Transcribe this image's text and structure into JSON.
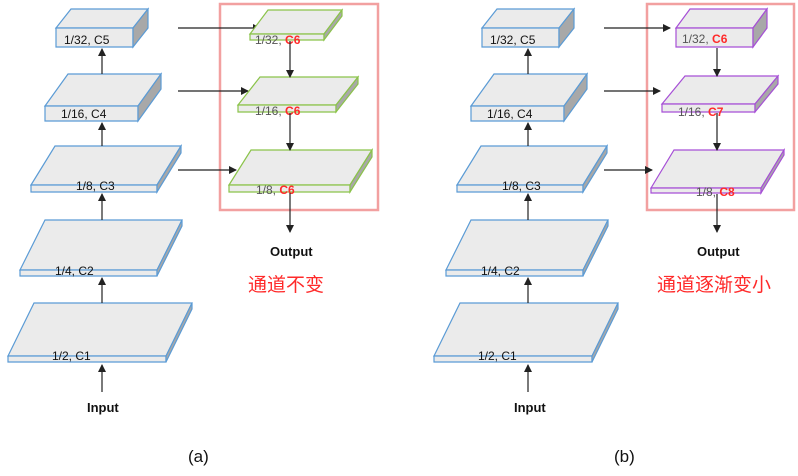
{
  "panels": [
    {
      "caption": "(a)",
      "input_label": "Input",
      "output_label": "Output",
      "note": "通道不变",
      "backbone": [
        "1/2, C1",
        "1/4, C2",
        "1/8, C3",
        "1/16, C4",
        "1/32, C5"
      ],
      "neck": [
        {
          "prefix": "1/32, ",
          "channel": "C6"
        },
        {
          "prefix": "1/16, ",
          "channel": "C6"
        },
        {
          "prefix": "1/8, ",
          "channel": "C6"
        }
      ],
      "neck_edge_color": "#8bc34a"
    },
    {
      "caption": "(b)",
      "input_label": "Input",
      "output_label": "Output",
      "note": "通道逐渐变小",
      "backbone": [
        "1/2, C1",
        "1/4, C2",
        "1/8, C3",
        "1/16, C4",
        "1/32, C5"
      ],
      "neck": [
        {
          "prefix": "1/32, ",
          "channel": "C6"
        },
        {
          "prefix": "1/16, ",
          "channel": "C7"
        },
        {
          "prefix": "1/8, ",
          "channel": "C8"
        }
      ],
      "neck_edge_color": "#a64fd6"
    }
  ],
  "colors": {
    "backbone_edge": "#5b9bd5",
    "layer_fill": "#ebebeb",
    "layer_side": "#a8a8a8",
    "highlight_box": "#f2a0a0",
    "channel_text": "#ff2a2a"
  }
}
